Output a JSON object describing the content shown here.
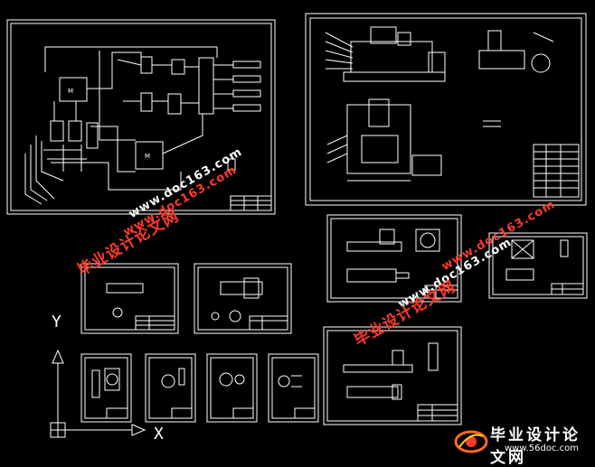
{
  "colors": {
    "background": "#000000",
    "line": "#ffffff",
    "watermark": "#ff3a2a"
  },
  "axis": {
    "x_label": "X",
    "y_label": "Y"
  },
  "watermarks": [
    {
      "text": "www.doc163.com",
      "style": "url2"
    },
    {
      "text": "毕业设计论文网",
      "style": "cn"
    },
    {
      "text": "www.doc163.com",
      "style": "url"
    },
    {
      "text": "www.doc163.com",
      "style": "url2"
    },
    {
      "text": "毕业设计论文网",
      "style": "cn"
    },
    {
      "text": "www.doc163.com",
      "style": "url"
    }
  ],
  "logo": {
    "title": "毕业设计论文网",
    "url": "www.56doc.com",
    "icon": "logo-icon"
  },
  "sheets": [
    {
      "name": "sheet-control-schematic",
      "label": "",
      "content": "circuit-diagram"
    },
    {
      "name": "sheet-assembly",
      "label": "",
      "content": "assembly-drawing"
    },
    {
      "name": "sheet-part-1",
      "label": "",
      "content": "part-drawing"
    },
    {
      "name": "sheet-part-2",
      "label": "",
      "content": "part-drawing"
    },
    {
      "name": "sheet-part-3",
      "label": "",
      "content": "part-drawing"
    },
    {
      "name": "sheet-part-4",
      "label": "",
      "content": "part-drawing"
    },
    {
      "name": "sheet-part-5",
      "label": "",
      "content": "part-drawing"
    },
    {
      "name": "sheet-part-6",
      "label": "",
      "content": "part-drawing"
    },
    {
      "name": "sheet-part-7",
      "label": "",
      "content": "part-drawing"
    },
    {
      "name": "sheet-part-8",
      "label": "",
      "content": "part-drawing"
    },
    {
      "name": "sheet-part-9",
      "label": "",
      "content": "part-drawing"
    },
    {
      "name": "sheet-part-10",
      "label": "",
      "content": "part-drawing"
    }
  ]
}
